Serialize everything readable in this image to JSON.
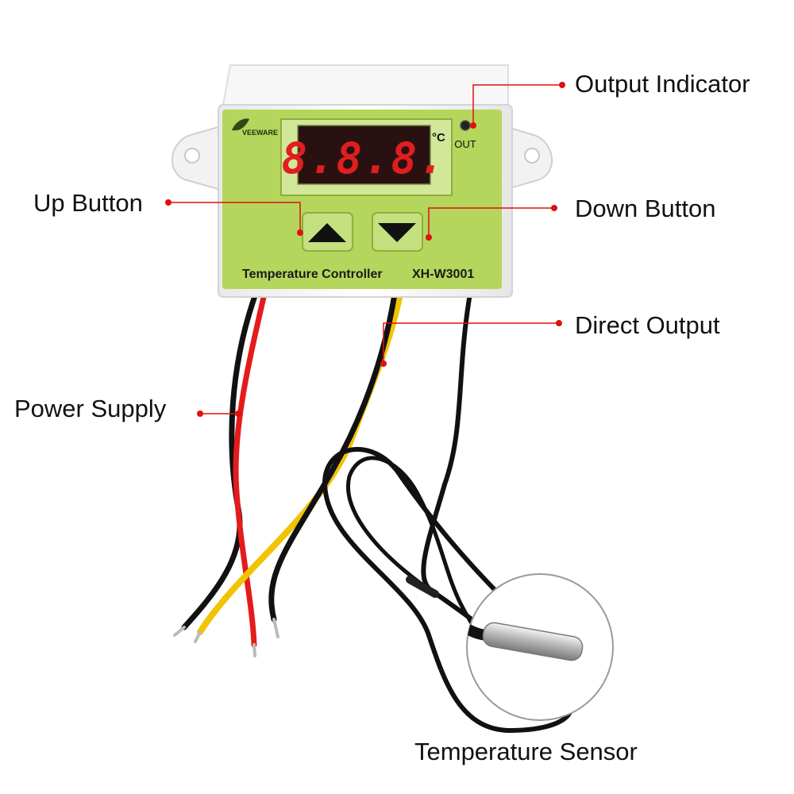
{
  "device": {
    "brand": "VEEWARE",
    "display_digits": "8.8.8.",
    "unit": "°C",
    "out_label": "OUT",
    "product_name": "Temperature Controller",
    "model": "XH-W3001"
  },
  "callouts": {
    "output_indicator": "Output Indicator",
    "up_button": "Up Button",
    "down_button": "Down Button",
    "direct_output": "Direct Output",
    "power_supply": "Power Supply",
    "temperature_sensor": "Temperature Sensor"
  },
  "colors": {
    "panel_green": "#b4d65c",
    "display_red": "#e01e1e",
    "callout_dot": "#e01010",
    "wire_red": "#e51b1b",
    "wire_yellow": "#f2c300",
    "wire_black": "#111111"
  }
}
